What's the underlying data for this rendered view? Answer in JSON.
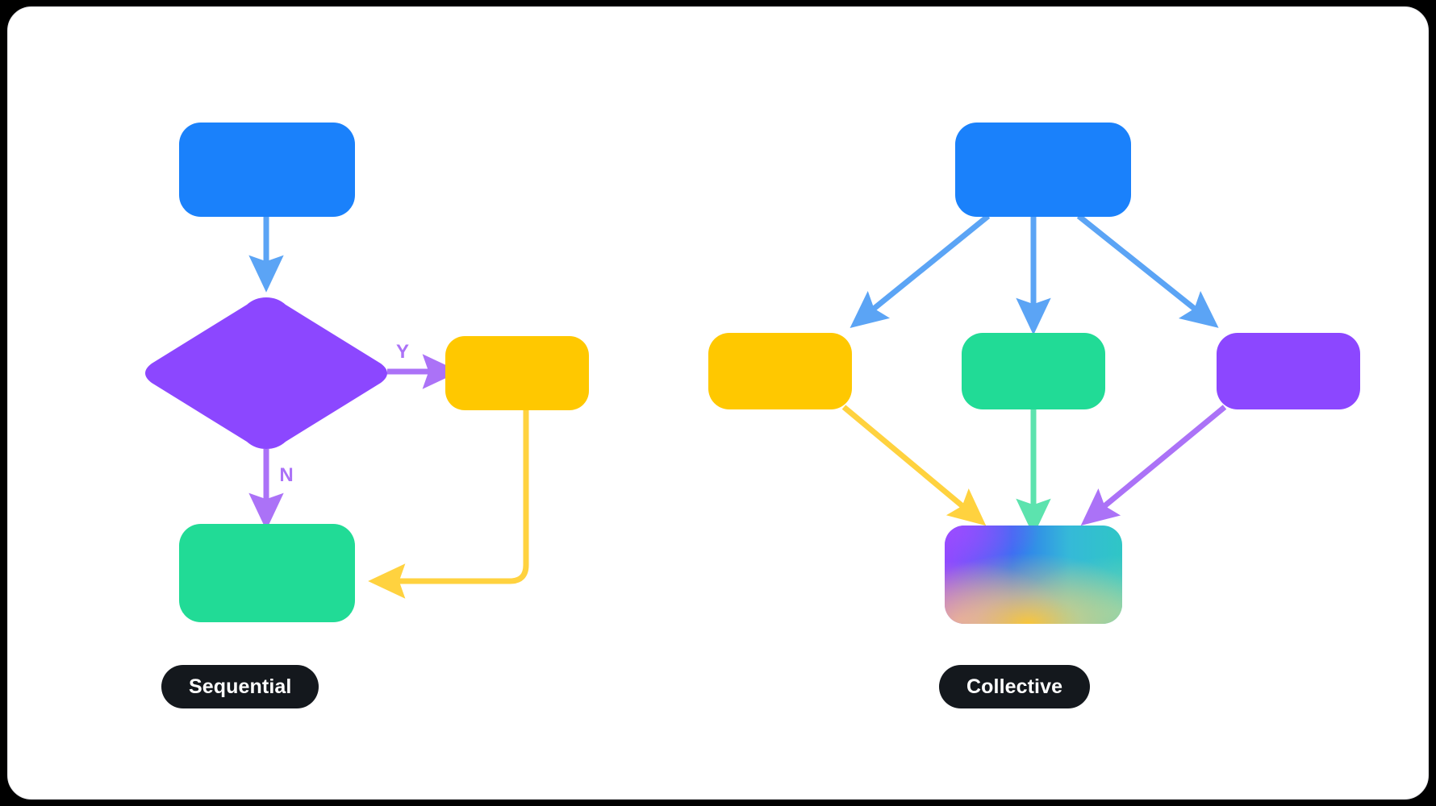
{
  "page": {
    "background": "#000000",
    "card_background": "#ffffff",
    "card_border": "#e9e9ec"
  },
  "palette": {
    "blue": "#1a81fb",
    "blue_arrow": "#5ba4f5",
    "purple": "#8c47ff",
    "purple_arrow": "#ab72f7",
    "yellow": "#ffc800",
    "yellow_arrow": "#ffd23f",
    "green": "#21db96",
    "green_arrow": "#5ce3ae",
    "pill_background": "#14181d",
    "pill_text": "#ffffff"
  },
  "diagrams": [
    {
      "id": "sequential",
      "label": "Sequential",
      "nodes": [
        {
          "id": "seq-start",
          "shape": "rounded-rect",
          "color": "#1a81fb",
          "label": ""
        },
        {
          "id": "seq-decision",
          "shape": "diamond",
          "color": "#8c47ff",
          "label": ""
        },
        {
          "id": "seq-yes-step",
          "shape": "rounded-rect",
          "color": "#ffc800",
          "label": ""
        },
        {
          "id": "seq-end",
          "shape": "rounded-rect",
          "color": "#21db96",
          "label": ""
        }
      ],
      "edges": [
        {
          "id": "seq-edge-start-decision",
          "from": "seq-start",
          "to": "seq-decision",
          "label": "",
          "color": "#5ba4f5"
        },
        {
          "id": "seq-edge-yes",
          "from": "seq-decision",
          "to": "seq-yes-step",
          "label": "Y",
          "color": "#ab72f7"
        },
        {
          "id": "seq-edge-no",
          "from": "seq-decision",
          "to": "seq-end",
          "label": "N",
          "color": "#ab72f7"
        },
        {
          "id": "seq-edge-loopback",
          "from": "seq-yes-step",
          "to": "seq-end",
          "label": "",
          "color": "#ffd23f"
        }
      ]
    },
    {
      "id": "collective",
      "label": "Collective",
      "nodes": [
        {
          "id": "col-source",
          "shape": "rounded-rect",
          "color": "#1a81fb",
          "label": ""
        },
        {
          "id": "col-worker-yellow",
          "shape": "rounded-rect",
          "color": "#ffc800",
          "label": ""
        },
        {
          "id": "col-worker-green",
          "shape": "rounded-rect",
          "color": "#21db96",
          "label": ""
        },
        {
          "id": "col-worker-purple",
          "shape": "rounded-rect",
          "color": "#8c47ff",
          "label": ""
        },
        {
          "id": "col-aggregate",
          "shape": "rounded-rect",
          "color": "gradient-mesh",
          "label": ""
        }
      ],
      "edges": [
        {
          "id": "col-edge-source-yellow",
          "from": "col-source",
          "to": "col-worker-yellow",
          "label": "",
          "color": "#5ba4f5"
        },
        {
          "id": "col-edge-source-green",
          "from": "col-source",
          "to": "col-worker-green",
          "label": "",
          "color": "#5ba4f5"
        },
        {
          "id": "col-edge-source-purple",
          "from": "col-source",
          "to": "col-worker-purple",
          "label": "",
          "color": "#5ba4f5"
        },
        {
          "id": "col-edge-yellow-aggregate",
          "from": "col-worker-yellow",
          "to": "col-aggregate",
          "label": "",
          "color": "#ffd23f"
        },
        {
          "id": "col-edge-green-aggregate",
          "from": "col-worker-green",
          "to": "col-aggregate",
          "label": "",
          "color": "#5ce3ae"
        },
        {
          "id": "col-edge-purple-aggregate",
          "from": "col-worker-purple",
          "to": "col-aggregate",
          "label": "",
          "color": "#ab72f7"
        }
      ],
      "gradient_stops": {
        "top_left": "#8c47ff",
        "top_center": "#2f74f0",
        "top_right": "#2fc6c6",
        "bottom_left": "#d79ba8",
        "bottom_center": "#ffc832",
        "bottom_right": "#8fd7b0"
      }
    }
  ],
  "labels": {
    "yes": "Y",
    "no": "N",
    "sequential": "Sequential",
    "collective": "Collective"
  }
}
